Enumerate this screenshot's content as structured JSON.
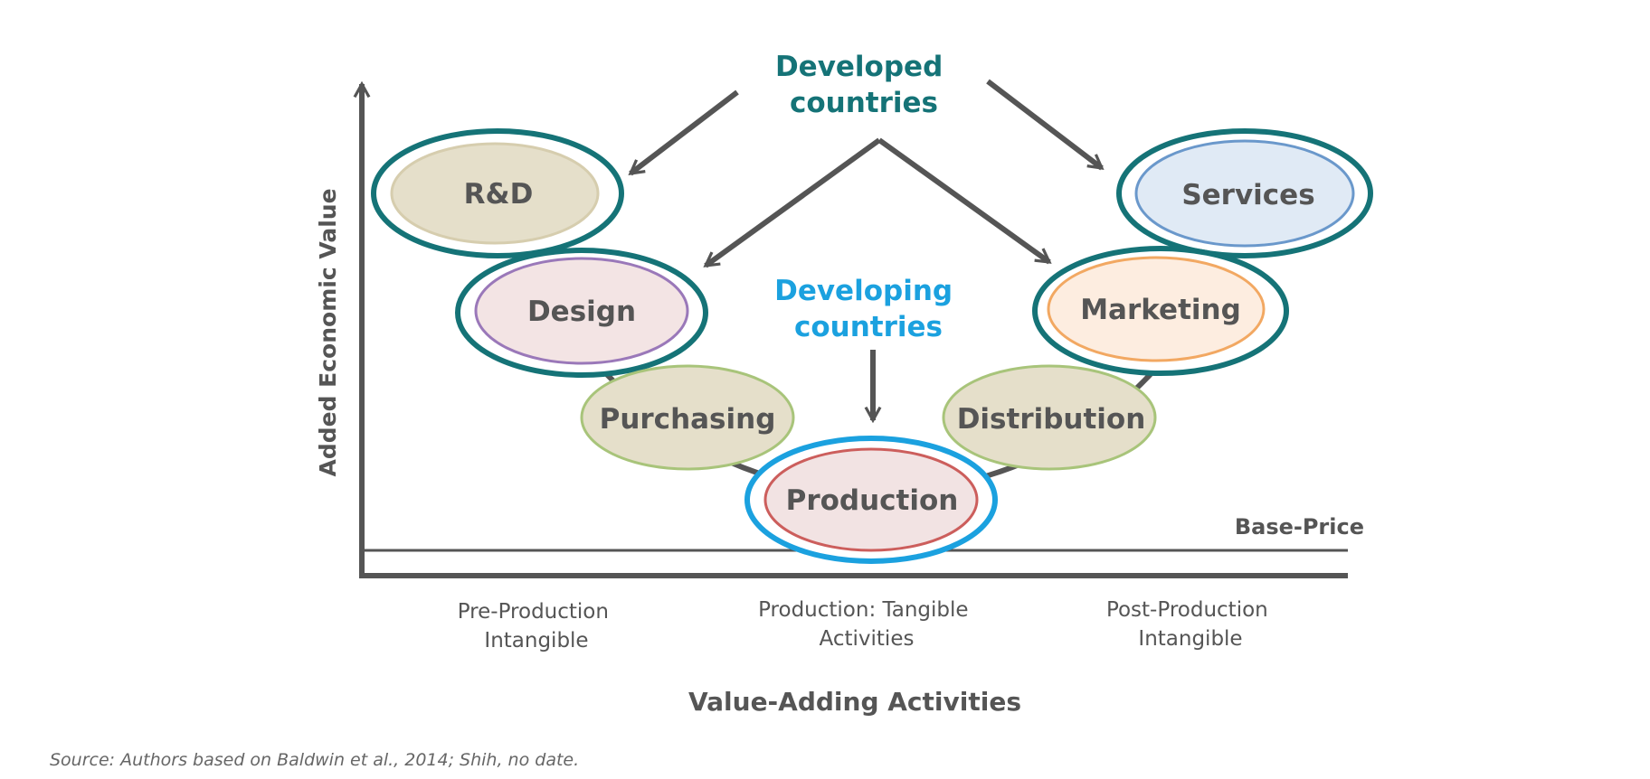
{
  "diagram": {
    "y_axis_title": "Added Economic Value",
    "x_axis_title": "Value-Adding Activities",
    "baseline_label": "Base-Price",
    "groups": {
      "developed": "Developed countries",
      "developing": "Developing countries"
    },
    "stages": {
      "rnd": "R&D",
      "design": "Design",
      "purchasing": "Purchasing",
      "production": "Production",
      "distribution": "Distribution",
      "marketing": "Marketing",
      "services": "Services"
    },
    "phases": {
      "pre": [
        "Pre-Production",
        "Intangible"
      ],
      "prod": [
        "Production: Tangible",
        "Activities"
      ],
      "post": [
        "Post-Production",
        "Intangible"
      ]
    },
    "source": "Source: Authors based on Baldwin et al., 2014; Shih, no date."
  },
  "colors": {
    "teal": "#157377",
    "blue": "#1BA1DF",
    "arrow": "#555555",
    "text": "#555555",
    "rnd_fill": "#E5DFCA",
    "design_fill": "#F3E4E4",
    "design_stroke": "#9A78B9",
    "green_stroke": "#A8C47A",
    "production_fill": "#F2E3E3",
    "production_stroke": "#CC5E5C",
    "marketing_fill": "#FDEDE0",
    "marketing_stroke": "#F2A862",
    "services_fill": "#E0EAF5",
    "services_stroke": "#6A98CB"
  }
}
